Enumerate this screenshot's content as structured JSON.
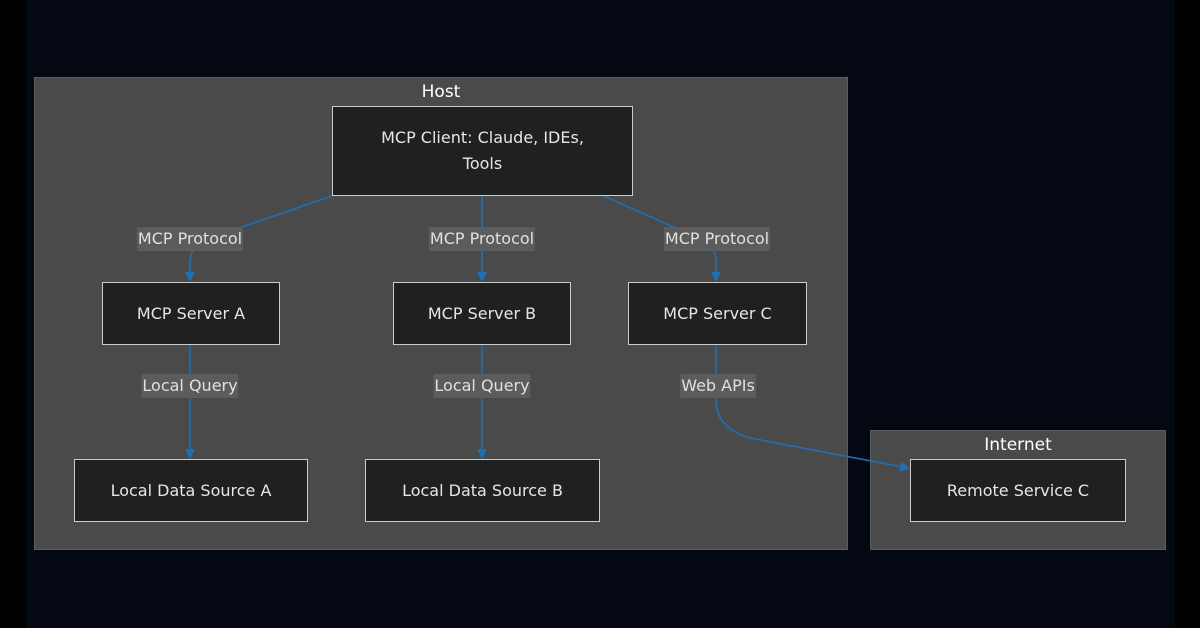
{
  "clusters": {
    "host": {
      "title": "Host"
    },
    "internet": {
      "title": "Internet"
    }
  },
  "nodes": {
    "client": {
      "line1": "MCP Client: Claude, IDEs,",
      "line2": "Tools"
    },
    "server_a": "MCP Server A",
    "server_b": "MCP Server B",
    "server_c": "MCP Server C",
    "data_a": "Local Data Source A",
    "data_b": "Local Data Source B",
    "remote_c": "Remote Service C"
  },
  "edges": {
    "client_to_a": "MCP Protocol",
    "client_to_b": "MCP Protocol",
    "client_to_c": "MCP Protocol",
    "a_to_data": "Local Query",
    "b_to_data": "Local Query",
    "c_to_remote": "Web APIs"
  },
  "colors": {
    "background": "#030812",
    "cluster_fill": "#4a4a4a",
    "node_fill": "#1f2020",
    "node_border": "#cccccc",
    "edge": "#1f6fb5",
    "edge_label_bg": "#5c5c5c"
  }
}
